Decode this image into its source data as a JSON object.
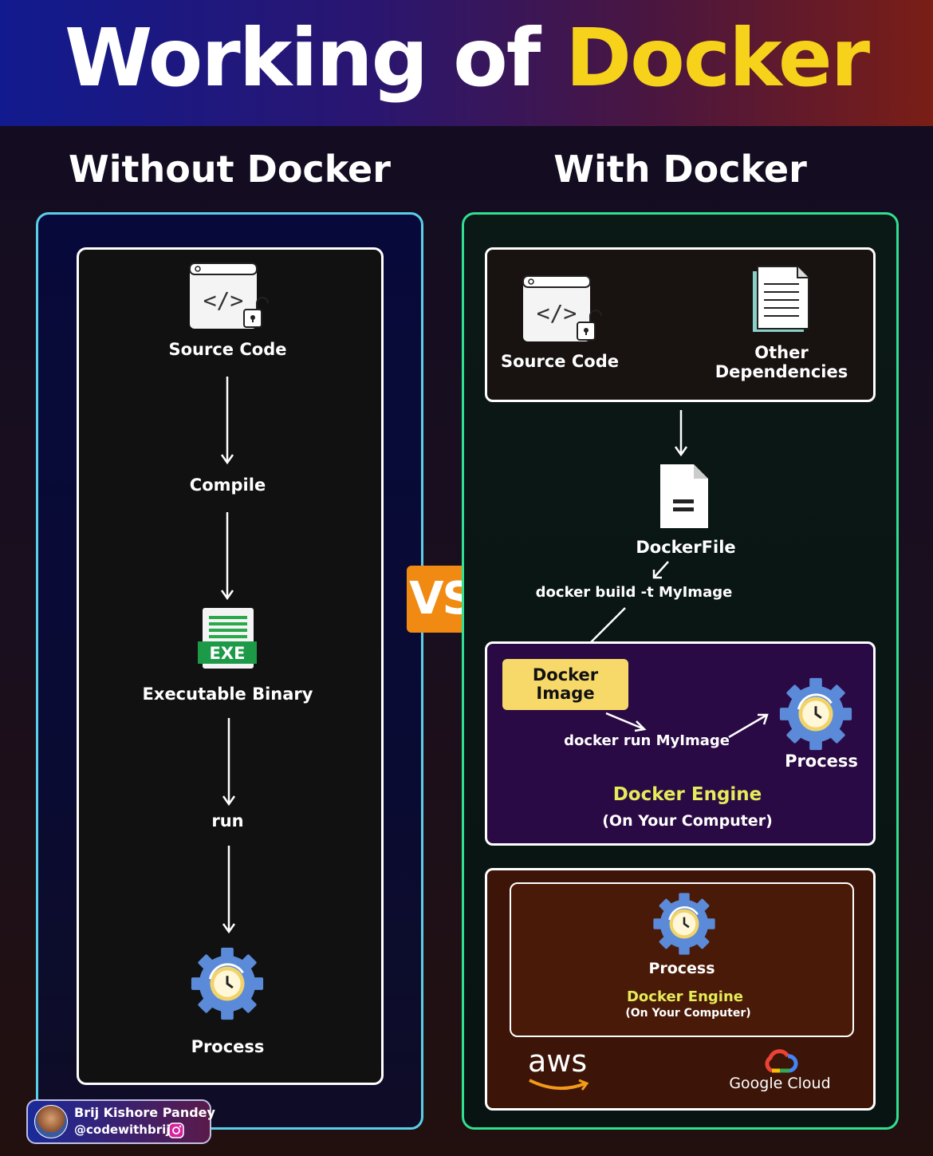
{
  "header": {
    "title_part1": "Working of",
    "title_part2": "Docker"
  },
  "left": {
    "heading": "Without Docker",
    "steps": [
      "Source Code",
      "Compile",
      "Executable Binary",
      "run",
      "Process"
    ],
    "exe_label": "EXE"
  },
  "vs": "VS",
  "right": {
    "heading": "With Docker",
    "source_code": "Source Code",
    "other_deps_line1": "Other",
    "other_deps_line2": "Dependencies",
    "dockerfile": "DockerFile",
    "build_cmd": "docker build -t MyImage",
    "docker_image_line1": "Docker",
    "docker_image_line2": "Image",
    "run_cmd": "docker run MyImage",
    "process": "Process",
    "engine_title": "Docker Engine",
    "engine_sub": "(On Your Computer)",
    "cloud": {
      "process": "Process",
      "engine_title": "Docker Engine",
      "engine_sub": "(On Your Computer)",
      "aws": "aws",
      "gcloud": "Google Cloud"
    }
  },
  "author": {
    "name": "Brij Kishore Pandey",
    "handle": "@codewithbrij"
  },
  "colors": {
    "accent_yellow": "#f7d21a",
    "left_border": "#5ad0e8",
    "right_border": "#30e090",
    "vs_orange": "#f08a12",
    "engine_purple": "#2a0a44",
    "cloud_brown": "#3c1408"
  }
}
